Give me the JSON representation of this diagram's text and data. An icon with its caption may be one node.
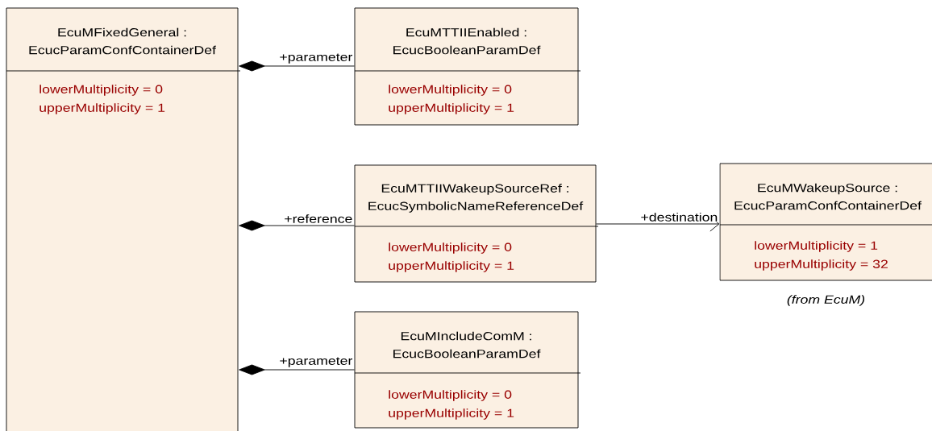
{
  "diagram": {
    "nodes": [
      {
        "text": [
          "EcuMFixedGeneral : EcucParamConfContainerDef",
          "lowerMultiplicity = 0",
          "upperMultiplicity = 1"
        ]
      },
      {
        "text": [
          "EcuMTTIIEnabled : EcucBooleanParamDef",
          "lowerMultiplicity = 0",
          "upperMultiplicity = 1"
        ]
      },
      {
        "text": [
          "EcuMTTIIWakeupSourceRef : EcucSymbolicNameReferenceDef",
          "lowerMultiplicity = 0",
          "upperMultiplicity = 1"
        ]
      },
      {
        "text": [
          "EcuMWakeupSource : EcucParamConfContainerDef",
          "lowerMultiplicity = 1",
          "upperMultiplicity = 32"
        ],
        "beside": [
          "(from EcuM)"
        ]
      },
      {
        "text": [
          "EcuMIncludeComM : EcucBooleanParamDef",
          "lowerMultiplicity = 0",
          "upperMultiplicity = 1"
        ]
      }
    ],
    "edges": [
      {
        "from": 0,
        "to": 1,
        "arrow": "other",
        "label": "+parameter"
      },
      {
        "from": 0,
        "to": 2,
        "arrow": "other",
        "label": "+reference"
      },
      {
        "from": 2,
        "to": 3,
        "arrow": "to",
        "label": "+destination"
      },
      {
        "from": 0,
        "to": 4,
        "arrow": "other",
        "label": "+parameter"
      }
    ]
  }
}
